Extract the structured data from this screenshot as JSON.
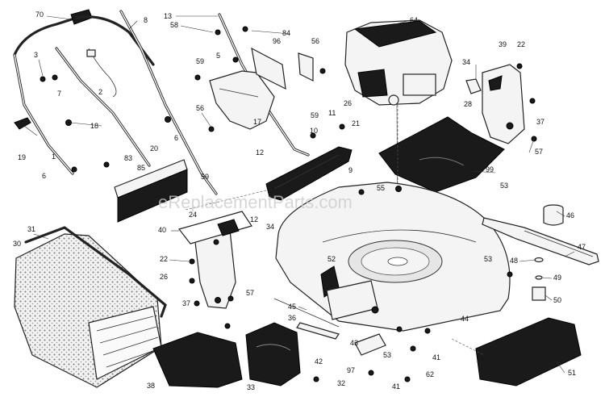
{
  "watermark": "eReplacementParts.com",
  "part_numbers": {
    "n70": "70",
    "n8": "8",
    "n13": "13",
    "n58": "58",
    "n84": "84",
    "n64": "64",
    "n3": "3",
    "n7": "7",
    "n2": "2",
    "n5": "5",
    "n96": "96",
    "n56a": "56",
    "n39": "39",
    "n22a": "22",
    "n59a": "59",
    "n34a": "34",
    "n18": "18",
    "n56b": "56",
    "n17": "17",
    "n28": "28",
    "n6a": "6",
    "n59b": "59",
    "n11": "11",
    "n26a": "26",
    "n10": "10",
    "n37": "37",
    "n19": "19",
    "n21": "21",
    "n1": "1",
    "n83": "83",
    "n20": "20",
    "n12a": "12",
    "n57a": "57",
    "n6b": "6",
    "n85": "85",
    "n9": "9",
    "n99": "99",
    "n59c": "59",
    "n53a": "53",
    "n55": "55",
    "n24": "24",
    "n12b": "12",
    "n46": "46",
    "n31": "31",
    "n40": "40",
    "n34b": "34",
    "n30": "30",
    "n47": "47",
    "n22b": "22",
    "n52": "52",
    "n53b": "53",
    "n48": "48",
    "n26b": "26",
    "n49": "49",
    "n57b": "57",
    "n45": "45",
    "n37b": "37",
    "n50": "50",
    "n36": "36",
    "n44": "44",
    "n43": "43",
    "n53c": "53",
    "n41a": "41",
    "n42": "42",
    "n97": "97",
    "n62": "62",
    "n38": "38",
    "n33": "33",
    "n32": "32",
    "n41b": "41",
    "n51": "51"
  }
}
